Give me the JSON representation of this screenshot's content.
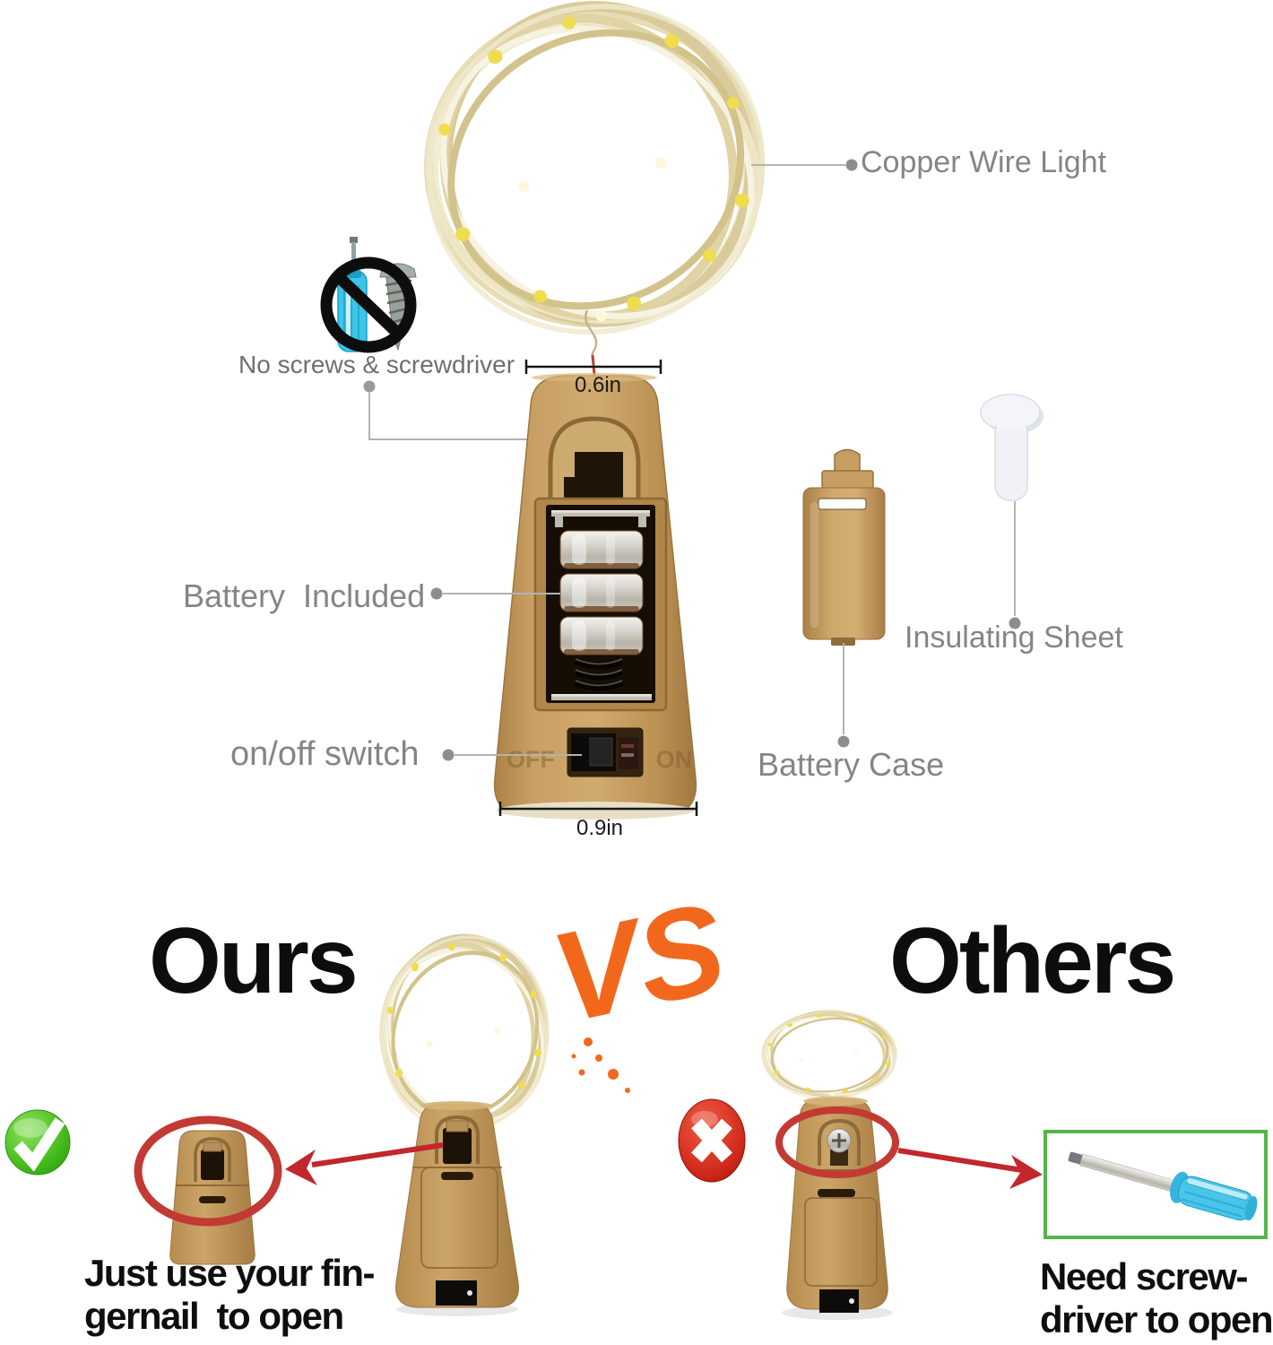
{
  "labels": {
    "copper_wire_light": "Copper Wire Light",
    "no_screws": "No screws & screwdriver",
    "top_width": "0.6in",
    "battery_included": "Battery  Included",
    "on_off_switch": "on/off switch",
    "bottom_width": "0.9in",
    "battery_case": "Battery Case",
    "insulating_sheet": "Insulating Sheet"
  },
  "cork": {
    "switch_off": "OFF",
    "switch_on": "ON"
  },
  "comparison": {
    "ours_title": "Ours",
    "vs": "VS",
    "others_title": "Others",
    "ours_line1": "Just use your fin-",
    "ours_line2": "gernail  to open",
    "others_line1": "Need screw-",
    "others_line2": "driver to open"
  },
  "colors": {
    "cork_tan": "#c49d62",
    "label_gray": "#858585",
    "dimension_black": "#1a1a1a",
    "heading_black": "#0d0d0d",
    "vs_orange": "#f1681c",
    "annotation_red": "#c1272d",
    "check_green": "#3cb014",
    "box_border_green": "#55b44b",
    "screwdriver_blue": "#45c3e8",
    "led_warm_white": "#f0dd4e"
  }
}
